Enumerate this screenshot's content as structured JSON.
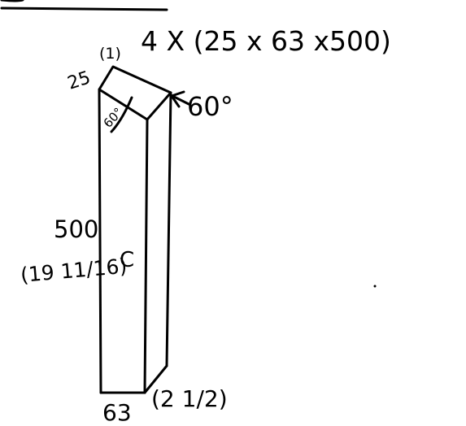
{
  "dimension_note": "4 X (25 x 63 x500)",
  "labels": {
    "part_number": "(1)",
    "thickness": "25",
    "angle_arrow": "60°",
    "inner_angle": "60°",
    "length_metric": "500",
    "length_imperial": "(19 11/16)",
    "face_label": "C",
    "width_metric": "63",
    "width_imperial": "(2 1/2)"
  }
}
